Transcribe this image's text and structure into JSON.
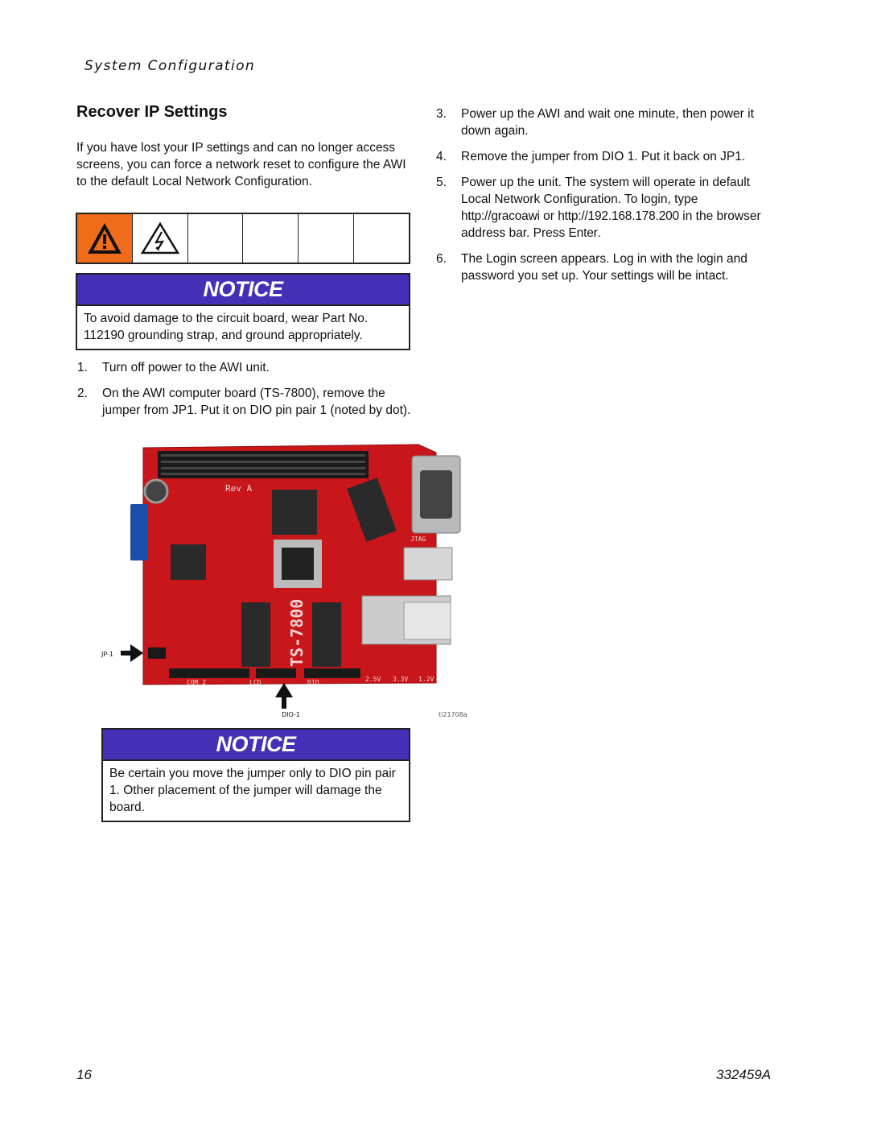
{
  "header": {
    "running_head": "System Configuration"
  },
  "section": {
    "title": "Recover IP Settings",
    "intro": "If you have lost your IP settings and can no longer access screens, you can force a network reset to configure the AWI to the default Local Network Configuration."
  },
  "notice1": {
    "heading": "NOTICE",
    "body": "To avoid damage to the circuit board, wear Part No. 112190 grounding strap, and ground appropriately."
  },
  "steps_left": [
    {
      "num": "1.",
      "text": "Turn off power to the AWI unit."
    },
    {
      "num": "2.",
      "text": "On the AWI computer board (TS-7800), remove the jumper from JP1. Put it on DIO pin pair 1 (noted by dot)."
    }
  ],
  "figure": {
    "label_jp1": "JP-1",
    "label_dio1": "DIO-1",
    "figure_id": "ti21708a",
    "board_silkscreen": {
      "model": "TS-7800",
      "rev": "Rev A",
      "com2": "COM 2",
      "lcd": "LCD",
      "dio": "DIO",
      "jtag": "JTAG",
      "v25": "2.5V",
      "v33": "3.3V",
      "v12": "1.2V"
    }
  },
  "notice2": {
    "heading": "NOTICE",
    "body": "Be certain you move the jumper only to DIO pin pair 1. Other placement of the jumper will damage the board."
  },
  "steps_right": {
    "s3": {
      "num": "3.",
      "text": "Power up the AWI and wait one minute, then power it down again."
    },
    "s4": {
      "num": "4.",
      "text": "Remove the jumper from DIO 1. Put it back on JP1."
    },
    "s5": {
      "num": "5.",
      "pre": "Power up the unit. The system will operate in default Local Network Configuration. To login, type ",
      "url1": "http://gracoawi",
      "mid": " or ",
      "url2": "http://192.168.178.200",
      "post": " in the browser address bar. Press ",
      "key": "Enter",
      "end": "."
    },
    "s6": {
      "num": "6.",
      "text": "The Login screen appears. Log in with the login and password you set up. Your settings will be intact."
    }
  },
  "footer": {
    "page_number": "16",
    "doc_number": "332459A"
  },
  "colors": {
    "notice_bar": "#4330b6",
    "warning_orange": "#ef6c1a",
    "board_red": "#c8161b"
  },
  "icons": [
    "warning-triangle-icon",
    "electric-shock-icon",
    "arrow-right-icon",
    "arrow-up-icon"
  ]
}
